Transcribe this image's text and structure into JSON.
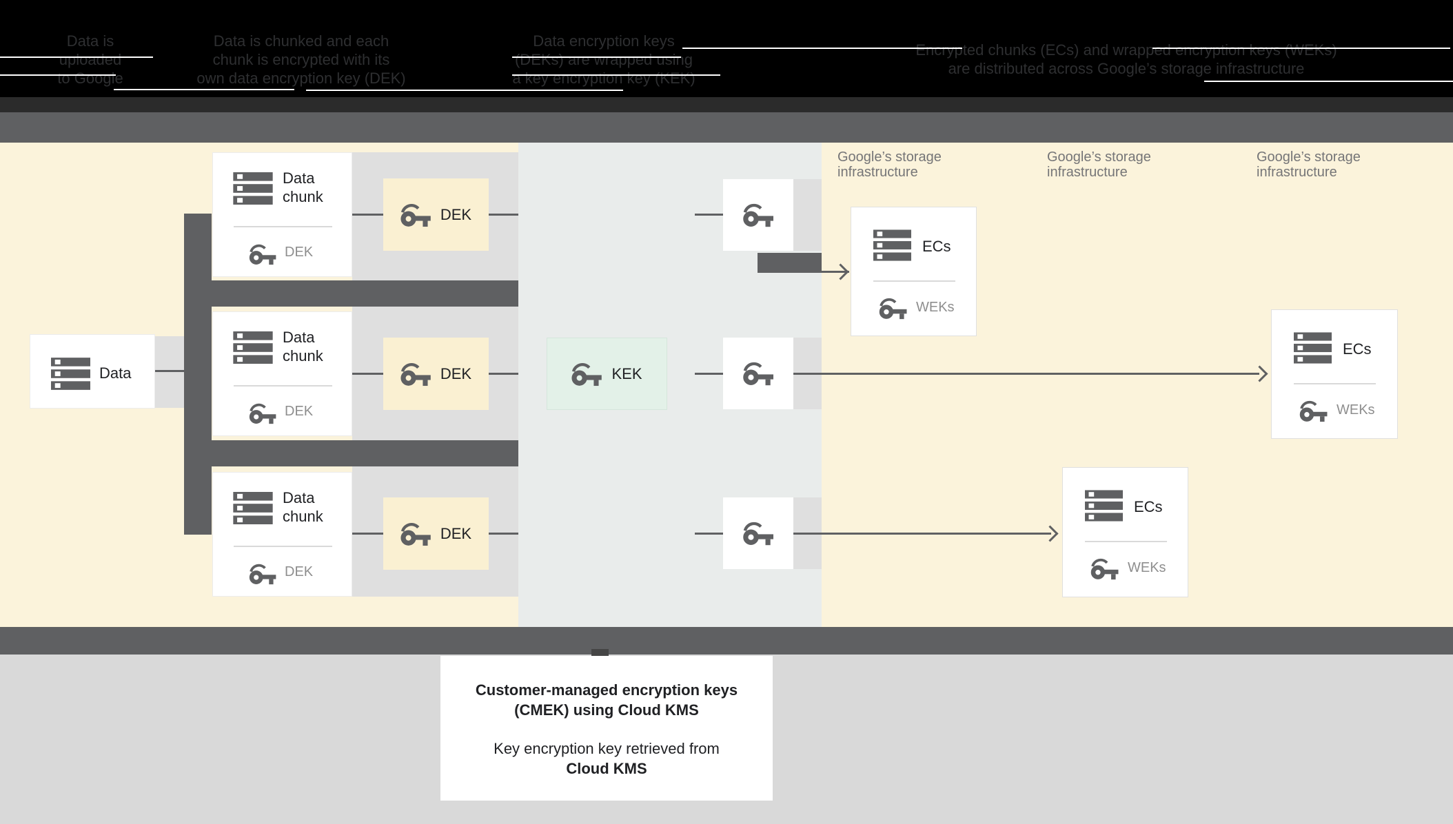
{
  "header": {
    "steps": [
      {
        "line1": "Data is",
        "line2": "uploaded",
        "line3": "to Google"
      },
      {
        "line1": "Data is chunked and each",
        "line2": "chunk is encrypted with its",
        "line3": "own data encryption key (DEK)"
      },
      {
        "line1": "Data encryption keys",
        "line2": "(DEKs) are wrapped using",
        "line3": "a key encryption key (KEK)"
      },
      {
        "line1": "Encrypted chunks (ECs) and wrapped encryption keys (WEKs)",
        "line2": "are distributed across Google’s storage infrastructure"
      }
    ]
  },
  "diagram": {
    "data_box": {
      "label": "Data"
    },
    "chunk_boxes": [
      {
        "title": "Data chunk",
        "key_label": "DEK"
      },
      {
        "title": "Data chunk",
        "key_label": "DEK"
      },
      {
        "title": "Data chunk",
        "key_label": "DEK"
      }
    ],
    "dek_boxes": [
      {
        "label": "DEK"
      },
      {
        "label": "DEK"
      },
      {
        "label": "DEK"
      }
    ],
    "kek_box": {
      "label": "KEK"
    },
    "storage_labels": [
      {
        "line1": "Google’s storage",
        "line2": "infrastructure"
      },
      {
        "line1": "Google’s storage",
        "line2": "infrastructure"
      },
      {
        "line1": "Google’s storage",
        "line2": "infrastructure"
      }
    ],
    "ec_boxes": [
      {
        "title": "ECs",
        "key_label": "WEKs"
      },
      {
        "title": "ECs",
        "key_label": "WEKs"
      },
      {
        "title": "ECs",
        "key_label": "WEKs"
      }
    ]
  },
  "callout": {
    "title_line1": "Customer-managed encryption keys",
    "title_line2": "(CMEK) using Cloud KMS",
    "body_line1": "Key encryption key retrieved from",
    "body_line2": "Cloud KMS"
  },
  "colors": {
    "band_yellow": "#FBF3DB",
    "band_middle": "#E9ECEB",
    "separator_gray": "#5F6062",
    "connector_gray": "#DFDFDF",
    "dek_fill": "#FAF0D2",
    "kek_fill": "#E3F1E8",
    "bottom_gray": "#D9D9D9",
    "icon_gray": "#5F6062",
    "muted_text": "#8E8E8E",
    "storage_label_text": "#757577",
    "header_bg": "#000000"
  }
}
